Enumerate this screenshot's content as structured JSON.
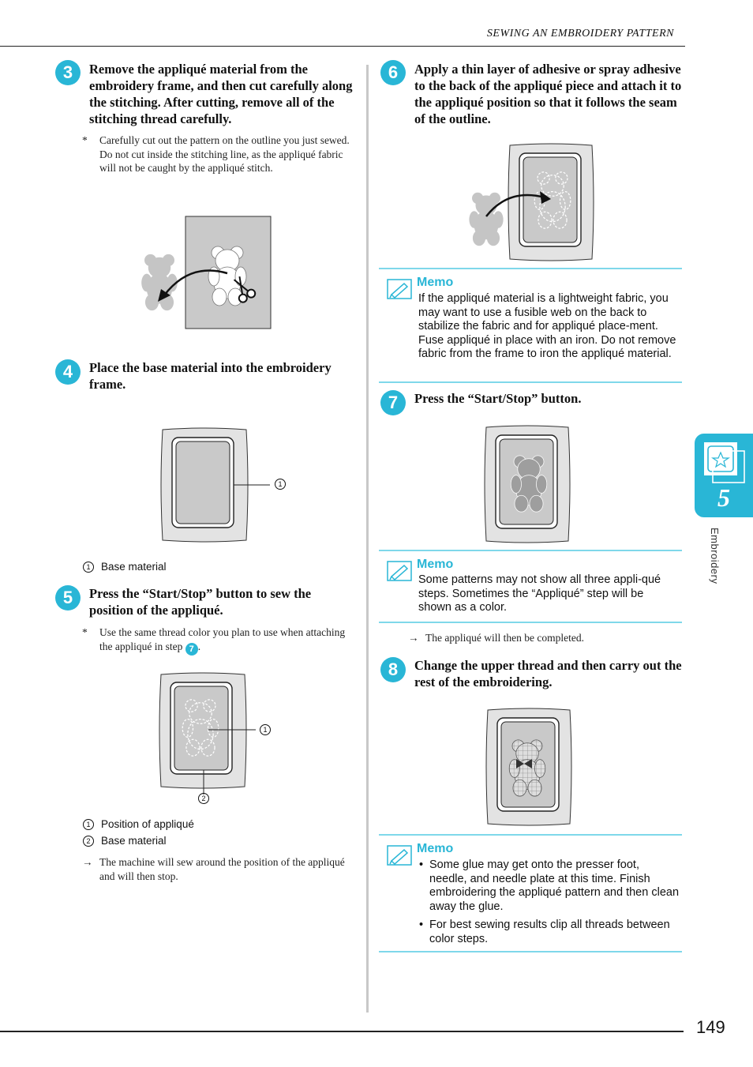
{
  "header": {
    "title": "SEWING AN EMBROIDERY PATTERN"
  },
  "page_number": "149",
  "tab": {
    "chapter": "5",
    "label": "Embroidery"
  },
  "steps": {
    "s3": {
      "num": "3",
      "title": "Remove the appliqué material from the embroidery frame, and then cut carefully along the stitching. After cutting, remove all of the stitching thread carefully.",
      "note_mark": "*",
      "note": "Carefully cut out the pattern on the outline you just sewed. Do not cut inside the stitching line, as the appliqué fabric will not be caught by the appliqué stitch."
    },
    "s4": {
      "num": "4",
      "title": "Place the base material into the embroidery frame.",
      "callout": "1",
      "caption_num": "1",
      "caption": "Base material"
    },
    "s5": {
      "num": "5",
      "title": "Press the “Start/Stop” button to sew the position of the appliqué.",
      "note_mark": "*",
      "note_a": "Use the same thread color you plan to use when attaching the appliqué in step ",
      "note_ref": "7",
      "note_b": ".",
      "callout1": "1",
      "callout2": "2",
      "caption1_num": "1",
      "caption1": "Position of appliqué",
      "caption2_num": "2",
      "caption2": "Base material",
      "result_mark": "→",
      "result": "The machine will sew around the position of the appliqué and will then stop."
    },
    "s6": {
      "num": "6",
      "title": "Apply a thin layer of adhesive or spray adhesive to the back of the appliqué piece and attach it to the appliqué position so that it follows the seam of the outline."
    },
    "s7": {
      "num": "7",
      "title": "Press the “Start/Stop” button.",
      "result_mark": "→",
      "result": "The appliqué will then be completed."
    },
    "s8": {
      "num": "8",
      "title": "Change the upper thread and then carry out the rest of the embroidering."
    }
  },
  "memos": {
    "m1": {
      "title": "Memo",
      "text": "If the appliqué material is a lightweight fabric, you may want to use a fusible web on the back to stabilize the fabric and for appliqué place-ment. Fuse appliqué in place with an iron. Do not remove fabric from the frame to iron the appliqué material."
    },
    "m2": {
      "title": "Memo",
      "text": "Some patterns may not show all three appli-qué steps. Sometimes the “Appliqué” step will be shown as a color."
    },
    "m3": {
      "title": "Memo",
      "items": [
        "Some glue may get onto the presser foot, needle, and needle plate at this time. Finish embroidering the appliqué pattern and then clean away the glue.",
        "For best sewing results clip all threads between color steps."
      ]
    }
  },
  "colors": {
    "accent": "#29b6d6",
    "memo_rule": "#7fd8ea",
    "fabric": "#c9c9c9"
  }
}
